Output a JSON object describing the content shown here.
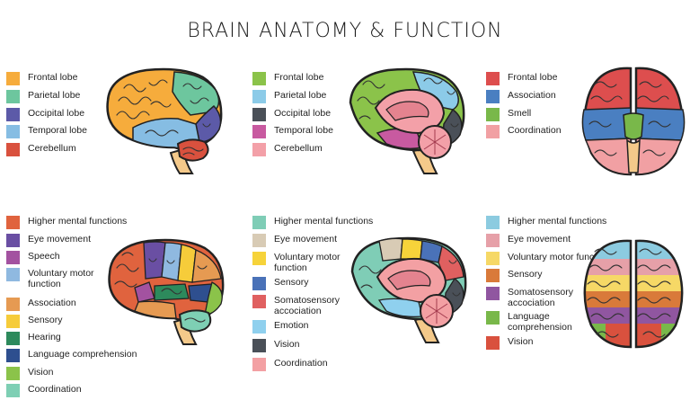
{
  "title": "BRAIN ANATOMY & FUNCTION",
  "panels": [
    {
      "id": "p1",
      "legend": [
        {
          "label": "Frontal lobe",
          "color": "#f6ac3c"
        },
        {
          "label": "Parietal lobe",
          "color": "#6dc69e"
        },
        {
          "label": "Occipital lobe",
          "color": "#5c5aa8"
        },
        {
          "label": "Temporal lobe",
          "color": "#86bde3"
        },
        {
          "label": "Cerebellum",
          "color": "#d9513e"
        }
      ]
    },
    {
      "id": "p2",
      "legend": [
        {
          "label": "Frontal lobe",
          "color": "#8bc34a"
        },
        {
          "label": "Parietal lobe",
          "color": "#8ccbe8"
        },
        {
          "label": "Occipital lobe",
          "color": "#4a5058"
        },
        {
          "label": "Temporal lobe",
          "color": "#c85aa0"
        },
        {
          "label": "Cerebellum",
          "color": "#f3a0a8"
        }
      ]
    },
    {
      "id": "p3",
      "legend": [
        {
          "label": "Frontal lobe",
          "color": "#dd4e4e"
        },
        {
          "label": "Association",
          "color": "#4a7fc1"
        },
        {
          "label": "Smell",
          "color": "#79b84a"
        },
        {
          "label": "Coordination",
          "color": "#f1a0a3"
        }
      ]
    },
    {
      "id": "p4",
      "legend": [
        {
          "label": "Higher mental functions",
          "color": "#e0633e"
        },
        {
          "label": "Eye movement",
          "color": "#6a4fa3"
        },
        {
          "label": "Speech",
          "color": "#a352a0"
        },
        {
          "label": "Voluntary motor function",
          "color": "#8fb9e0"
        },
        {
          "label": "Association",
          "color": "#e69a52"
        },
        {
          "label": "Sensory",
          "color": "#f6cc3a"
        },
        {
          "label": "Hearing",
          "color": "#2d8a5c"
        },
        {
          "label": "Language comprehension",
          "color": "#2e4f8f"
        },
        {
          "label": "Vision",
          "color": "#8bc34a"
        },
        {
          "label": "Coordination",
          "color": "#7ecfb4"
        }
      ]
    },
    {
      "id": "p5",
      "legend": [
        {
          "label": "Higher mental functions",
          "color": "#7fcdb6"
        },
        {
          "label": "Eye movement",
          "color": "#d8cbb5"
        },
        {
          "label": "Voluntary motor function",
          "color": "#f6d33a"
        },
        {
          "label": "Sensory",
          "color": "#4a72b8"
        },
        {
          "label": "Somatosensory accociation",
          "color": "#e06060"
        },
        {
          "label": "Emotion",
          "color": "#8fd0ee"
        },
        {
          "label": "Vision",
          "color": "#4a5058"
        },
        {
          "label": "Coordination",
          "color": "#f3a0a3"
        }
      ]
    },
    {
      "id": "p6",
      "legend": [
        {
          "label": "Higher mental functions",
          "color": "#8ccbe0"
        },
        {
          "label": "Eye movement",
          "color": "#e6a0a8"
        },
        {
          "label": "Voluntary motor function",
          "color": "#f6d866"
        },
        {
          "label": "Sensory",
          "color": "#d97a3a"
        },
        {
          "label": "Somatosensory accociation",
          "color": "#9056a0"
        },
        {
          "label": "Language comprehension",
          "color": "#79b84a"
        },
        {
          "label": "Vision",
          "color": "#d9513e"
        }
      ]
    }
  ]
}
